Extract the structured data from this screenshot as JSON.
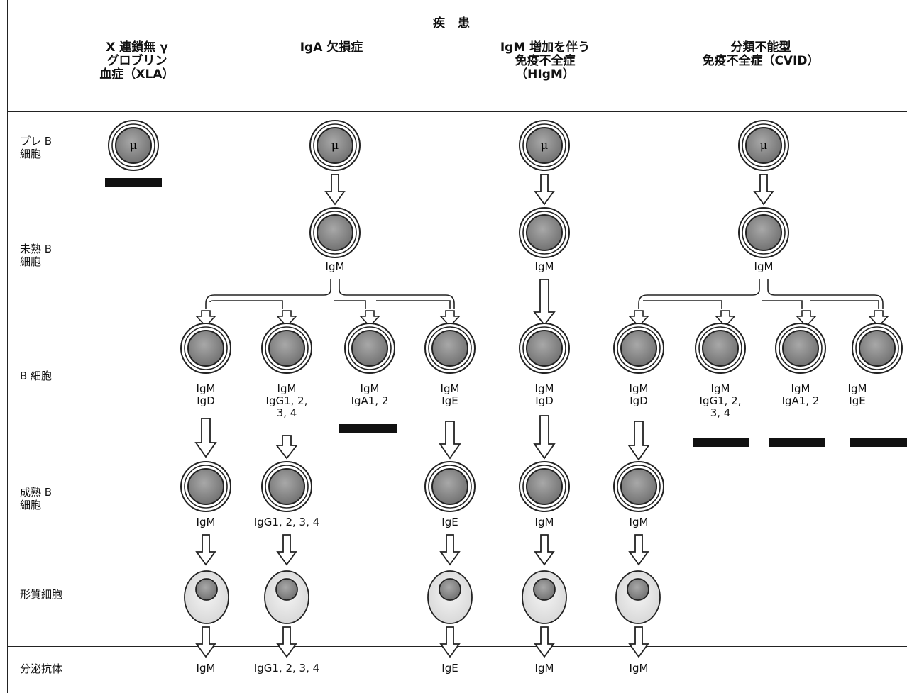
{
  "title": "疾 患",
  "diseases": [
    "X 連鎖無 γ\nグロブリン\n血症（XLA）",
    "IgA 欠損症",
    "IgM 増加を伴う\n免疫不全症\n（HIgM）",
    "分類不能型\n免疫不全症（CVID）"
  ],
  "stages": [
    "プレ B\n細胞",
    "未熟 B\n細胞",
    "B 細胞",
    "成熟 B\n細胞",
    "形質細胞",
    "分泌抗体"
  ],
  "pre_b_marker": "μ",
  "immature_labels": [
    "IgM",
    "IgM",
    "IgM"
  ],
  "b_cell_labels": [
    "IgM\nIgD",
    "IgM\nIgG1, 2,\n3, 4",
    "IgM\nIgA1, 2",
    "IgM\nIgE",
    "IgM\nIgD",
    "IgM\nIgD",
    "IgM\nIgG1, 2,\n3, 4",
    "IgM\nIgA1, 2",
    "IgM\nIgE"
  ],
  "mature_labels": [
    "IgM",
    "IgG1, 2, 3, 4",
    "IgE",
    "IgM",
    "IgM"
  ],
  "secreted_labels": [
    "IgM",
    "IgG1, 2, 3, 4",
    "IgE",
    "IgM",
    "IgM"
  ],
  "colors": {
    "line": "#222222",
    "nucleus": "#8a8a8a",
    "plasma_body": "#e8e8e8",
    "block": "#111111"
  }
}
